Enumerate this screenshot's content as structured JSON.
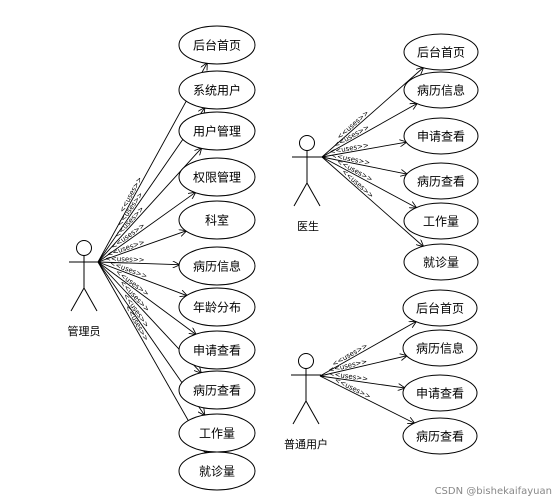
{
  "relation_label": "<<uses>>",
  "watermark": "CSDN @bishekaifayuan",
  "actors": [
    {
      "id": "admin",
      "name": "管理员",
      "use_cases": [
        "后台首页",
        "系统用户",
        "用户管理",
        "权限管理",
        "科室",
        "病历信息",
        "年龄分布",
        "申请查看",
        "病历查看",
        "工作量",
        "就诊量"
      ]
    },
    {
      "id": "doctor",
      "name": "医生",
      "use_cases": [
        "后台首页",
        "病历信息",
        "申请查看",
        "病历查看",
        "工作量",
        "就诊量"
      ]
    },
    {
      "id": "user",
      "name": "普通用户",
      "use_cases": [
        "后台首页",
        "病历信息",
        "申请查看",
        "病历查看"
      ]
    }
  ]
}
